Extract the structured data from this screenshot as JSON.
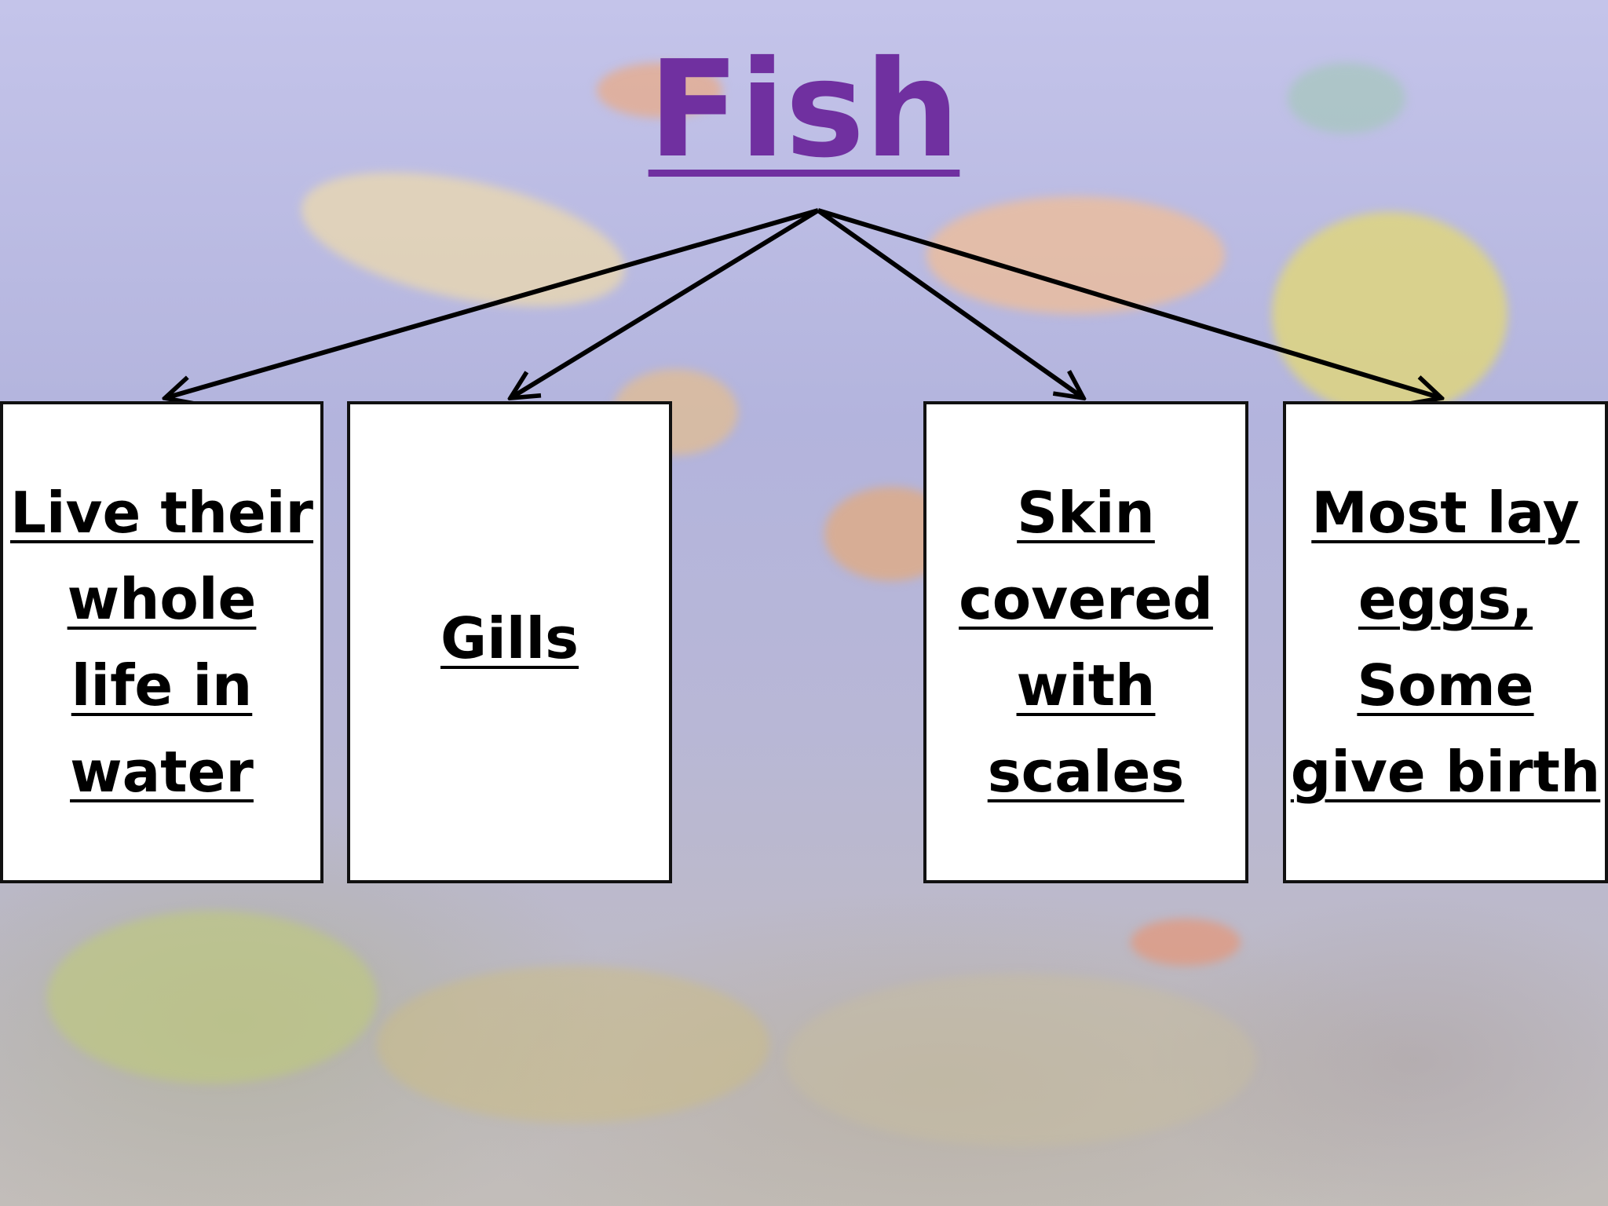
{
  "title": "Fish",
  "colors": {
    "title": "#7030a0",
    "box_border": "#111111",
    "arrow": "#000000"
  },
  "boxes": [
    {
      "text": "Live their\nwhole\nlife in\nwater"
    },
    {
      "text": "Gills"
    },
    {
      "text": "Skin\ncovered\nwith\nscales"
    },
    {
      "text": "Most lay\neggs,\nSome\ngive birth"
    }
  ]
}
